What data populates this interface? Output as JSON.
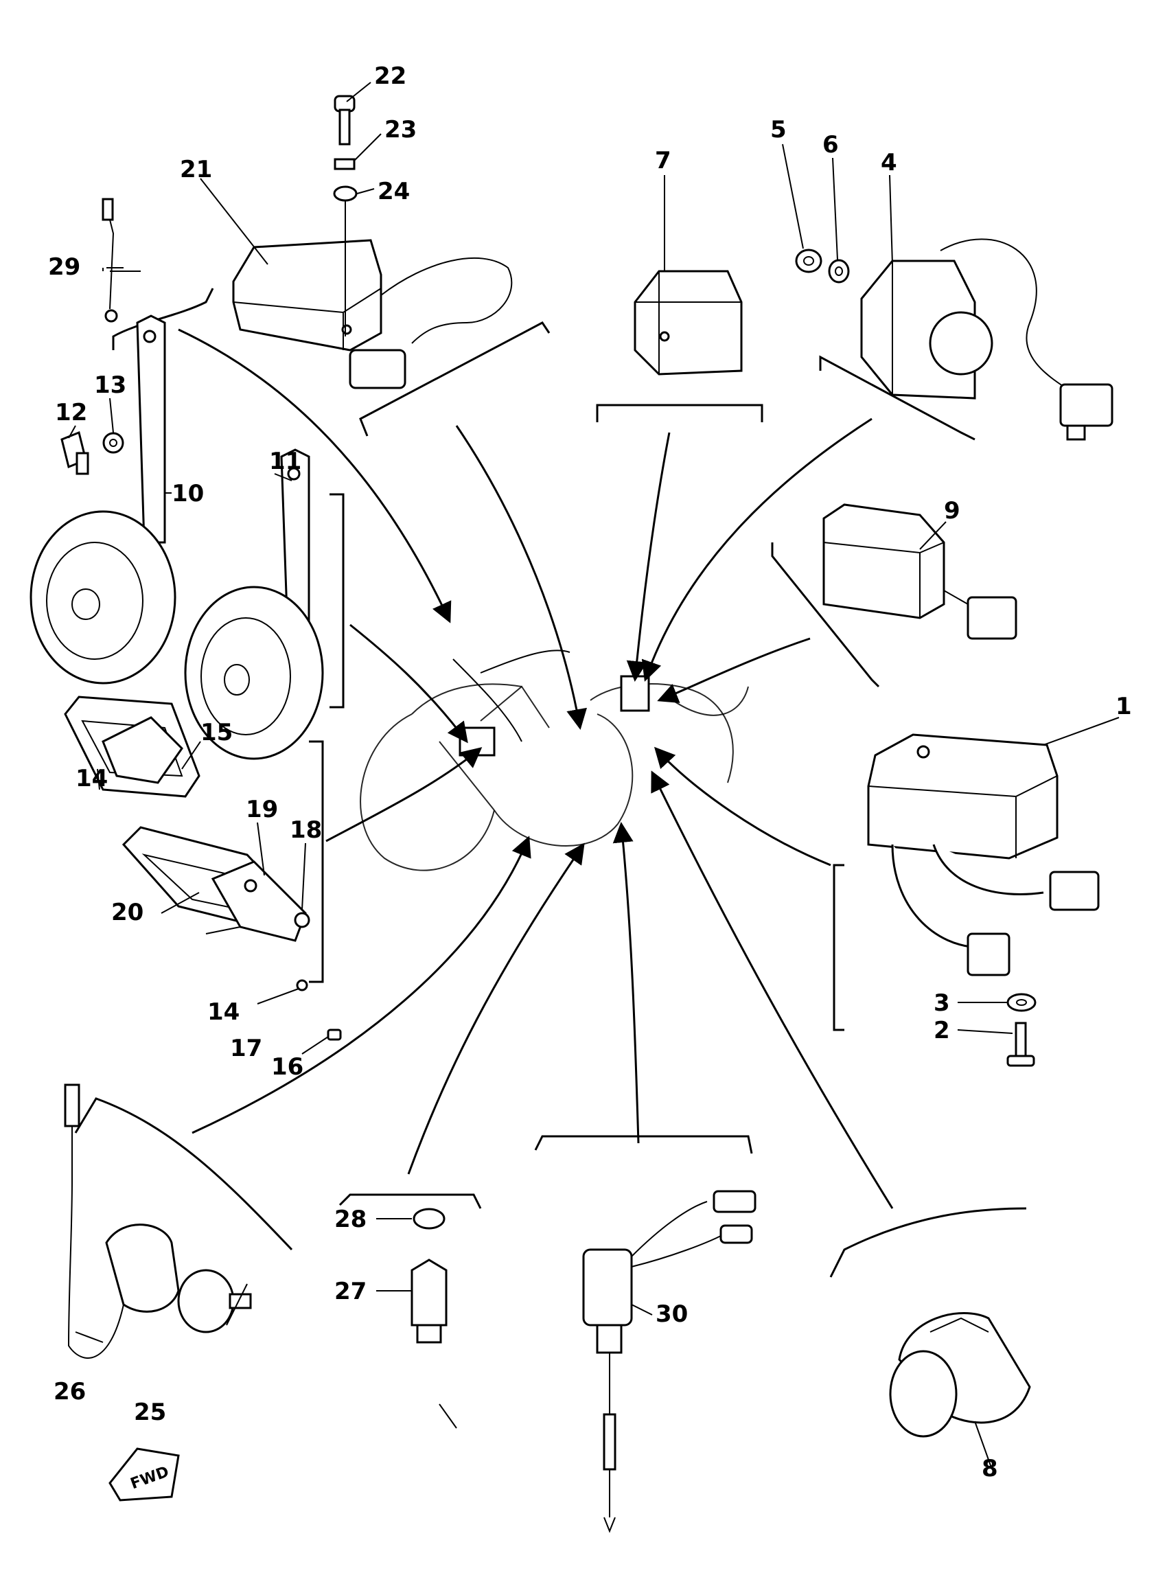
{
  "callouts": {
    "c1": "1",
    "c2": "2",
    "c3": "3",
    "c4": "4",
    "c5": "5",
    "c6": "6",
    "c7": "7",
    "c8": "8",
    "c9": "9",
    "c10": "10",
    "c11": "11",
    "c12": "12",
    "c13": "13",
    "c14a": "14",
    "c14b": "14",
    "c15": "15",
    "c16": "16",
    "c17": "17",
    "c18": "18",
    "c19": "19",
    "c20": "20",
    "c21": "21",
    "c22": "22",
    "c23": "23",
    "c24": "24",
    "c25": "25",
    "c26": "26",
    "c27": "27",
    "c28": "28",
    "c29": "29",
    "c30": "30"
  },
  "fwd_marker": "FWD"
}
